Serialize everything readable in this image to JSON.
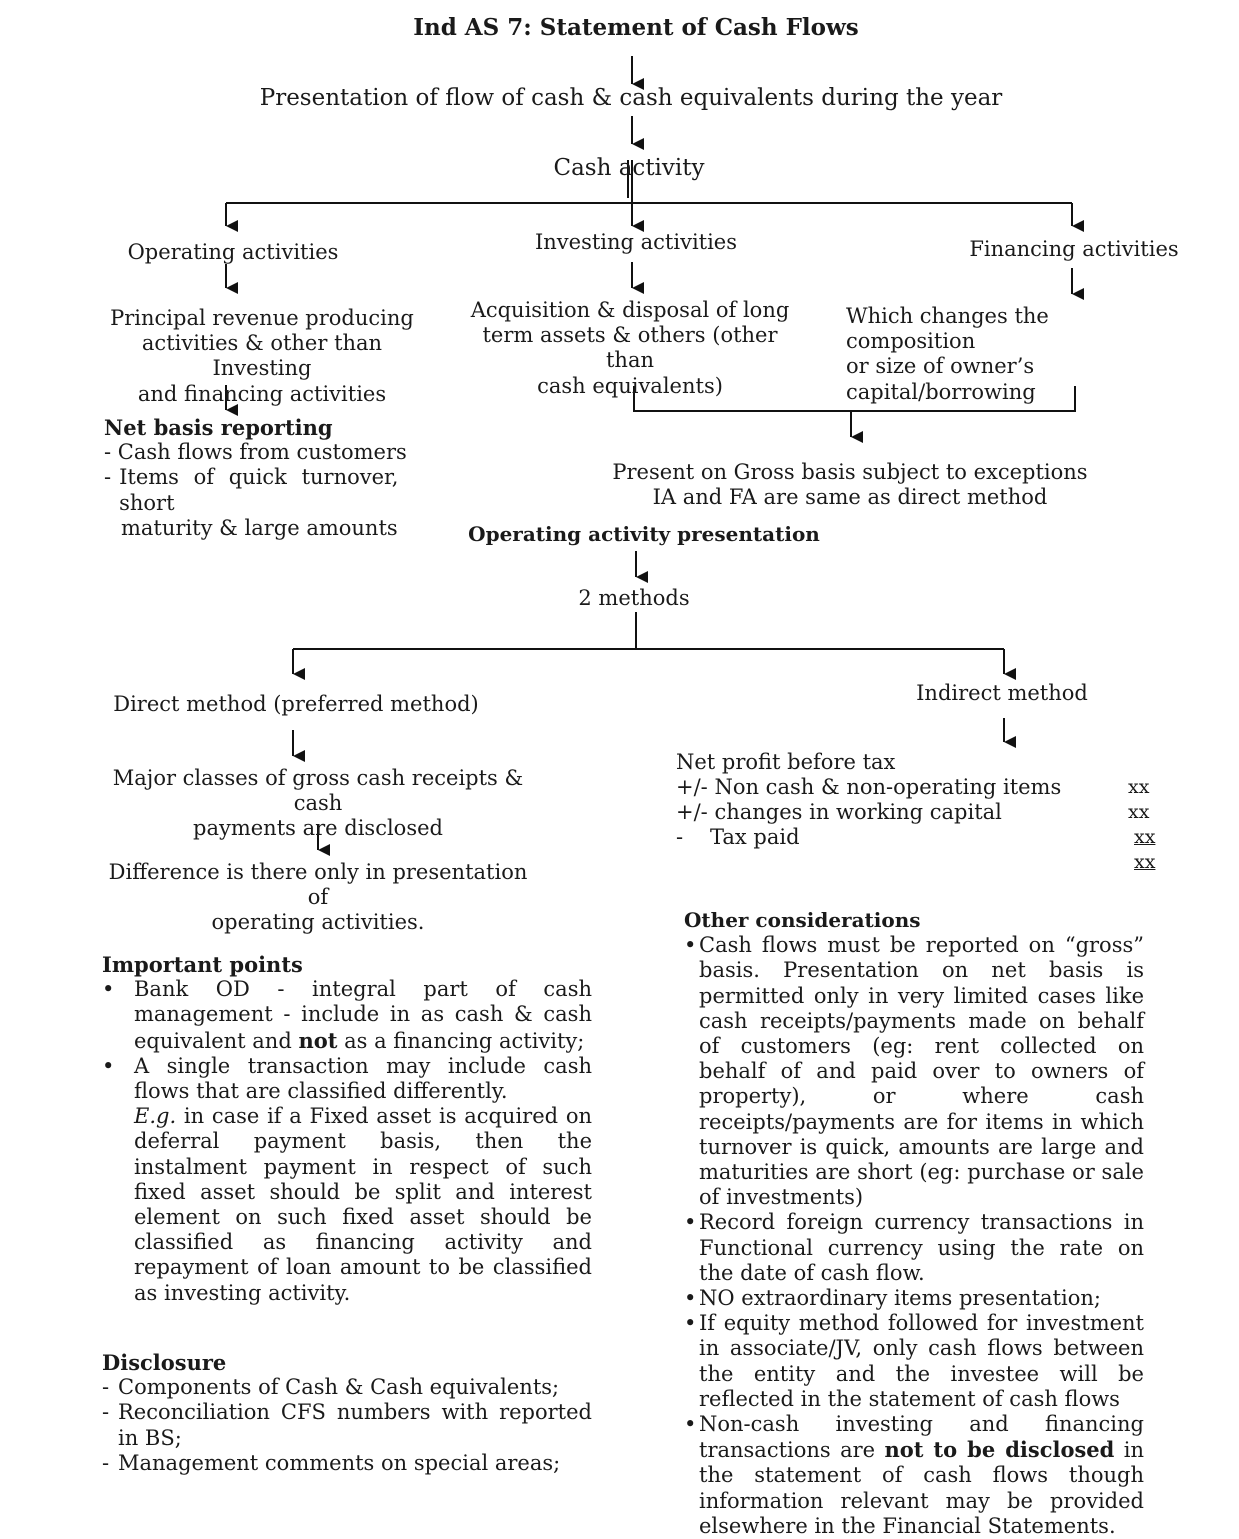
{
  "title": "Ind AS 7: Statement of Cash Flows",
  "presentation": "Presentation of flow of cash & cash equivalents during the year",
  "cash_activity": "Cash activity",
  "operating": {
    "heading": "Operating activities",
    "desc": [
      "Principal revenue producing",
      "activities & other than Investing",
      "and financing activities"
    ],
    "net_basis_heading": "Net basis reporting",
    "net_basis_items": [
      "Cash flows from customers",
      "Items of quick turnover, short",
      "maturity & large amounts"
    ]
  },
  "investing": {
    "heading": "Investing activities",
    "desc": [
      "Acquisition & disposal of long",
      "term assets & others (other than",
      "cash equivalents)"
    ]
  },
  "financing": {
    "heading": "Financing activities",
    "desc": [
      "Which changes the composition",
      "or size of owner’s",
      "capital/borrowing"
    ]
  },
  "gross_basis": [
    "Present on Gross basis subject to exceptions",
    "IA and FA are same as direct method"
  ],
  "operating_presentation": "Operating activity presentation",
  "two_methods": "2 methods",
  "direct": {
    "heading": "Direct method (preferred method)",
    "desc": [
      "Major classes of gross cash receipts & cash",
      "payments are disclosed"
    ],
    "difference": [
      "Difference is there only in presentation of",
      "operating activities."
    ]
  },
  "indirect": {
    "heading": "Indirect method",
    "rows": [
      {
        "sign": "",
        "label": "Net profit before tax",
        "value": ""
      },
      {
        "sign": "+/-",
        "label": "Non cash & non-operating items",
        "value": "xx"
      },
      {
        "sign": "+/-",
        "label": "changes in working capital",
        "value": "xx"
      },
      {
        "sign": "-",
        "label": "Tax paid",
        "value": "xx"
      }
    ],
    "total": "xx"
  },
  "important": {
    "heading": "Important points",
    "p1_pre": "Bank OD - integral part of cash management - include in as cash & cash equivalent and ",
    "p1_bold": "not",
    "p1_post": " as a financing activity;",
    "p2": "A single transaction may include cash flows that are classified differently.",
    "p2_eg": "E.g.",
    "p2_example": " in case if a Fixed asset is acquired on deferral payment basis, then the instalment payment in respect of such fixed asset should be split and interest element on such fixed asset should be classified as financing activity and repayment of loan amount to be classified as investing activity."
  },
  "disclosure": {
    "heading": "Disclosure",
    "items": [
      "Components of Cash & Cash equivalents;",
      "Reconciliation CFS numbers with reported in BS;",
      "Management comments on special areas;"
    ]
  },
  "other": {
    "heading": "Other considerations",
    "c1": "Cash flows must be reported on “gross” basis. Presentation on net basis is permitted only in very limited cases like cash receipts/payments made on behalf of customers (eg: rent collected on behalf of and paid over to owners of property), or where cash receipts/payments are for items in which turnover is quick, amounts are large and maturities are short (eg: purchase or sale of investments)",
    "c2": "Record foreign currency transactions in Functional currency using the rate on the date of cash flow.",
    "c3": "NO extraordinary items presentation;",
    "c4": "If equity method followed for investment in associate/JV, only cash flows between the entity and the investee will be reflected in the statement of cash flows",
    "c5_pre": "Non-cash investing and financing transactions are ",
    "c5_bold": "not to be disclosed",
    "c5_post": " in the statement of cash flows though information relevant may be provided elsewhere in the Financial Statements."
  }
}
